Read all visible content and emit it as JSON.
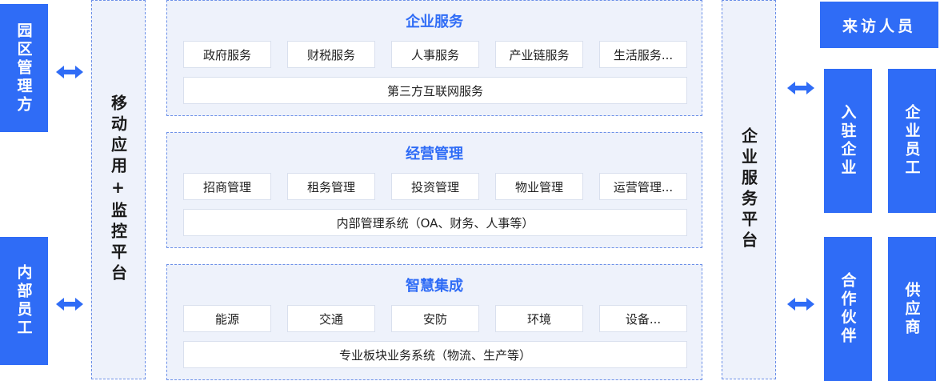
{
  "left": {
    "park_manager": "园区管理方",
    "internal_staff": "内部员工"
  },
  "mobile_platform": "移动应用+监控平台",
  "sections": [
    {
      "title": "企业服务",
      "items": [
        "政府服务",
        "财税服务",
        "人事服务",
        "产业链服务",
        "生活服务..."
      ],
      "wide": "第三方互联网服务"
    },
    {
      "title": "经营管理",
      "items": [
        "招商管理",
        "租务管理",
        "投资管理",
        "物业管理",
        "运营管理..."
      ],
      "wide": "内部管理系统（OA、财务、人事等）"
    },
    {
      "title": "智慧集成",
      "items": [
        "能源",
        "交通",
        "安防",
        "环境",
        "设备..."
      ],
      "wide": "专业板块业务系统（物流、生产等）"
    }
  ],
  "enterprise_platform": "企业服务平台",
  "right": {
    "visitors": "来访人员",
    "resident_enterprise": "入驻企业",
    "enterprise_staff": "企业员工",
    "partners": "合作伙伴",
    "suppliers": "供应商"
  },
  "colors": {
    "accent": "#2f6cf6",
    "panel": "#eef2fb",
    "dash": "#6b8fe8"
  },
  "icons": [
    "double-arrow-icon"
  ]
}
